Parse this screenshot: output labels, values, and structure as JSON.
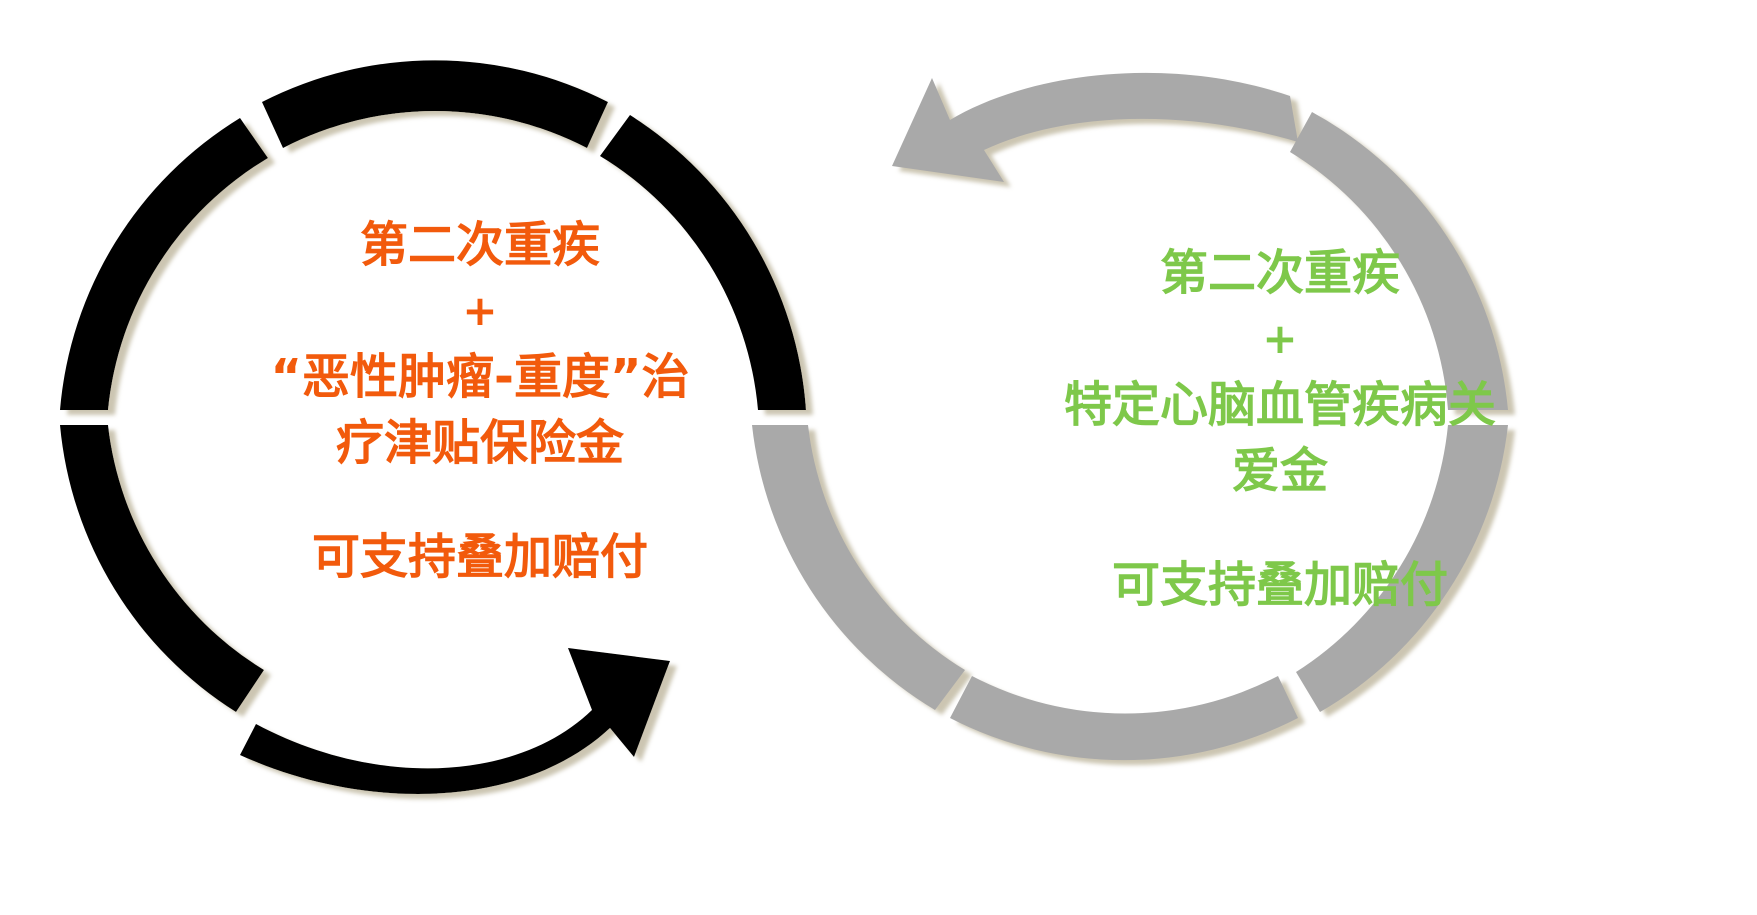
{
  "left_cycle": {
    "color": "#f25a0c",
    "ring_color": "#000000",
    "title": "第二次重疾",
    "plus": "+",
    "benefit_line1": "“恶性肿瘤-重度”治",
    "benefit_line2": "疗津贴保险金",
    "footer": "可支持叠加赔付"
  },
  "right_cycle": {
    "color": "#7ec84a",
    "ring_color": "#a9a9a9",
    "title": "第二次重疾",
    "plus": "+",
    "benefit_line1": "特定心脑血管疾病关",
    "benefit_line2": "爱金",
    "footer": "可支持叠加赔付"
  }
}
